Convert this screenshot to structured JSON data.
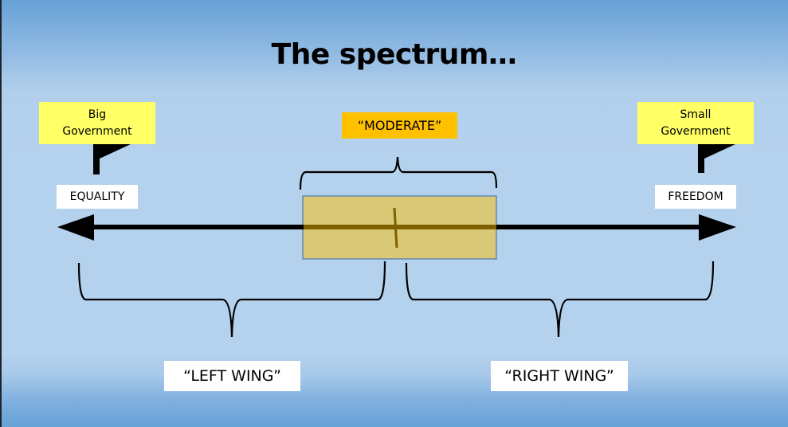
{
  "title": "The spectrum…",
  "flags": {
    "left": {
      "label": "Big Government",
      "line1": "Big",
      "line2": "Government"
    },
    "right": {
      "label": "Small Government",
      "line1": "Small",
      "line2": "Government"
    }
  },
  "axis": {
    "left_end_label": "EQUALITY",
    "right_end_label": "FREEDOM"
  },
  "center": {
    "label": "“MODERATE”"
  },
  "groups": {
    "left": "“LEFT WING”",
    "right": "“RIGHT WING”"
  },
  "colors": {
    "flag_label_bg": "#ffff66",
    "moderate_label_bg": "#ffc000",
    "moderate_zone_fill": "#d9c875",
    "moderate_zone_line": "#7f6000",
    "axis": "#000000"
  }
}
